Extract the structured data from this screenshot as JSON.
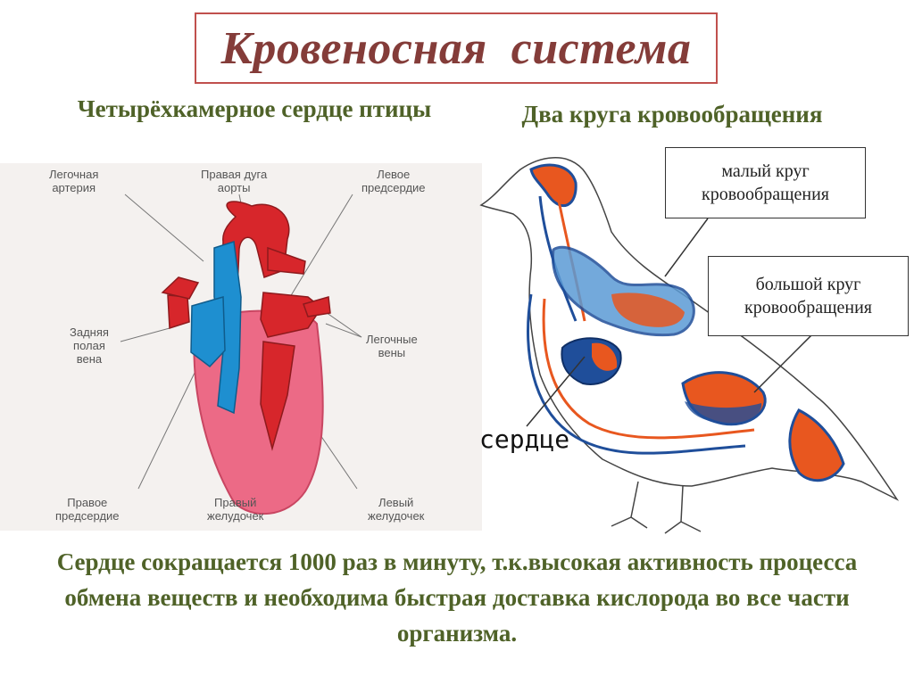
{
  "title": "Кровеносная  система",
  "left_heading": "Четырёхкамерное сердце птицы",
  "right_heading": "Два круга кровообращения",
  "heart_labels": {
    "pulmonary_artery": "Легочная\nартерия",
    "right_aortic_arch": "Правая дуга\nаорты",
    "left_atrium": "Левое\nпредсердие",
    "posterior_vena_cava": "Задняя\nполая\nвена",
    "pulmonary_veins": "Легочные\nвены",
    "right_atrium": "Правое\nпредсердие",
    "right_ventricle": "Правый\nжелудочек",
    "left_ventricle": "Левый\nжелудочек"
  },
  "bird_labels": {
    "small_circle": "малый круг\nкровообращения",
    "large_circle": "большой круг\nкровообращения",
    "heart": "сердце"
  },
  "footer_text": "Сердце сокращается 1000 раз в минуту, т.к.высокая активность процесса обмена веществ и необходима быстрая доставка кислорода во все части организма.",
  "colors": {
    "title_border": "#c0504d",
    "title_text": "#843c39",
    "heading_text": "#4f6228",
    "arterial_red": "#d7262b",
    "venous_blue": "#1e8fd0",
    "heart_pink": "#ec6a86",
    "bird_blue": "#1f4e9a",
    "bird_orange": "#e8571f"
  }
}
